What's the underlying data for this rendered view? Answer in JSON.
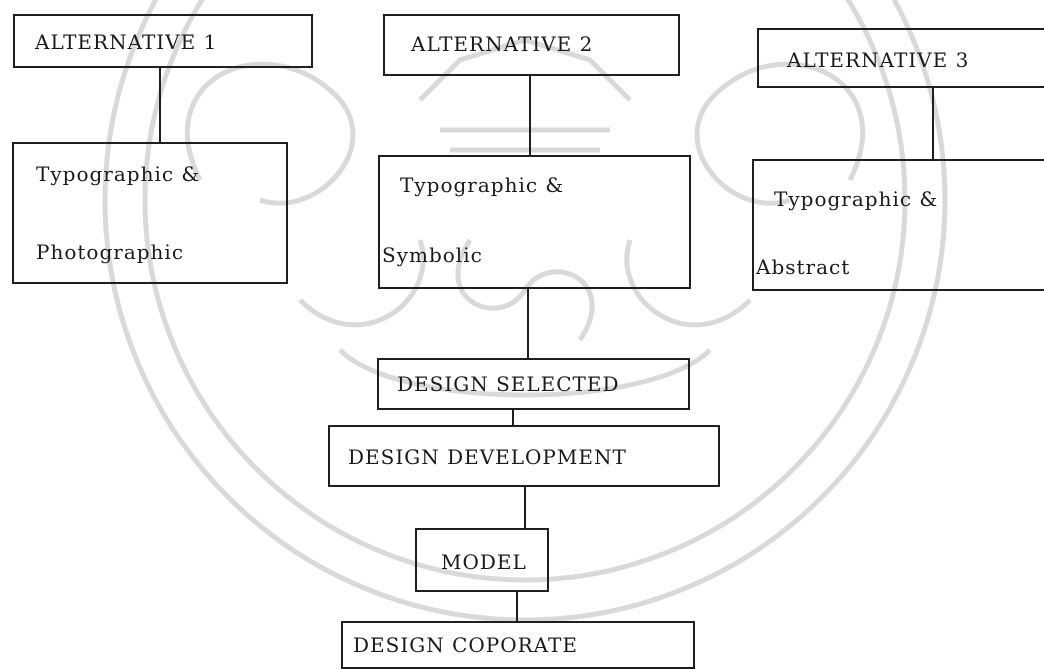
{
  "watermark": {
    "color": "#d6d6d6"
  },
  "alternatives": [
    {
      "title": "ALTERNATIVE 1",
      "style_line1": "Typographic &",
      "style_line2": "Photographic"
    },
    {
      "title": "ALTERNATIVE  2",
      "style_line1": "Typographic &",
      "style_line2": "Symbolic"
    },
    {
      "title": "ALTERNATIVE 3",
      "style_line1": "Typographic &",
      "style_line2": "Abstract"
    }
  ],
  "steps": {
    "selected": "DESIGN SELECTED",
    "development": "DESIGN  DEVELOPMENT",
    "model": "MODEL",
    "coporate": "DESIGN   COPORATE"
  }
}
